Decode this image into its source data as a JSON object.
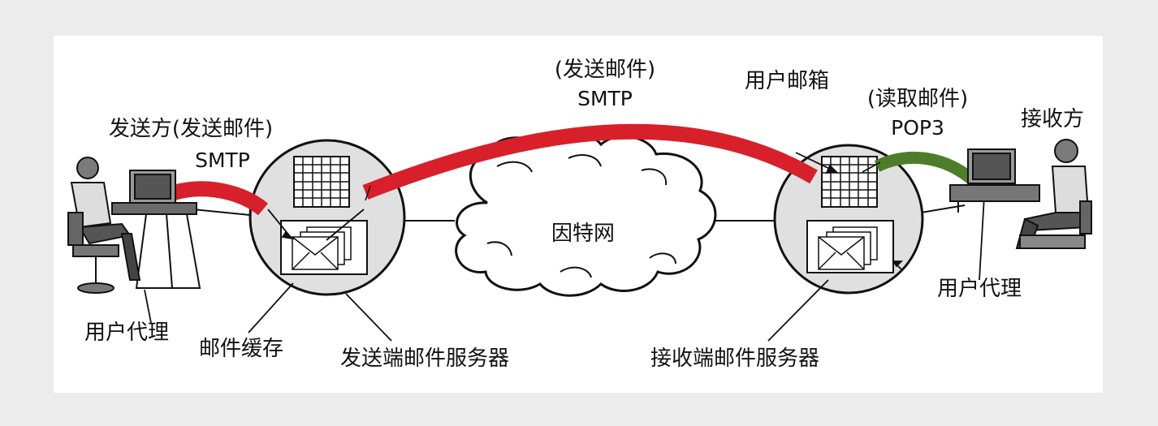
{
  "labels": {
    "sender": "发送方(发送邮件)",
    "sender_protocol": "SMTP",
    "top_action": "(发送邮件)",
    "top_protocol": "SMTP",
    "mailbox": "用户邮箱",
    "read_action": "(读取邮件)",
    "read_protocol": "POP3",
    "receiver": "接收方",
    "internet": "因特网",
    "left_agent": "用户代理",
    "mail_cache": "邮件缓存",
    "send_server": "发送端邮件服务器",
    "recv_server": "接收端邮件服务器",
    "right_agent": "用户代理"
  },
  "colors": {
    "background": "#ececec",
    "panel": "#ffffff",
    "server_fill": "#e0e0e0",
    "smtp_pipe": "#d8202a",
    "pop3_pipe": "#4e7d2a",
    "line": "#111111"
  }
}
